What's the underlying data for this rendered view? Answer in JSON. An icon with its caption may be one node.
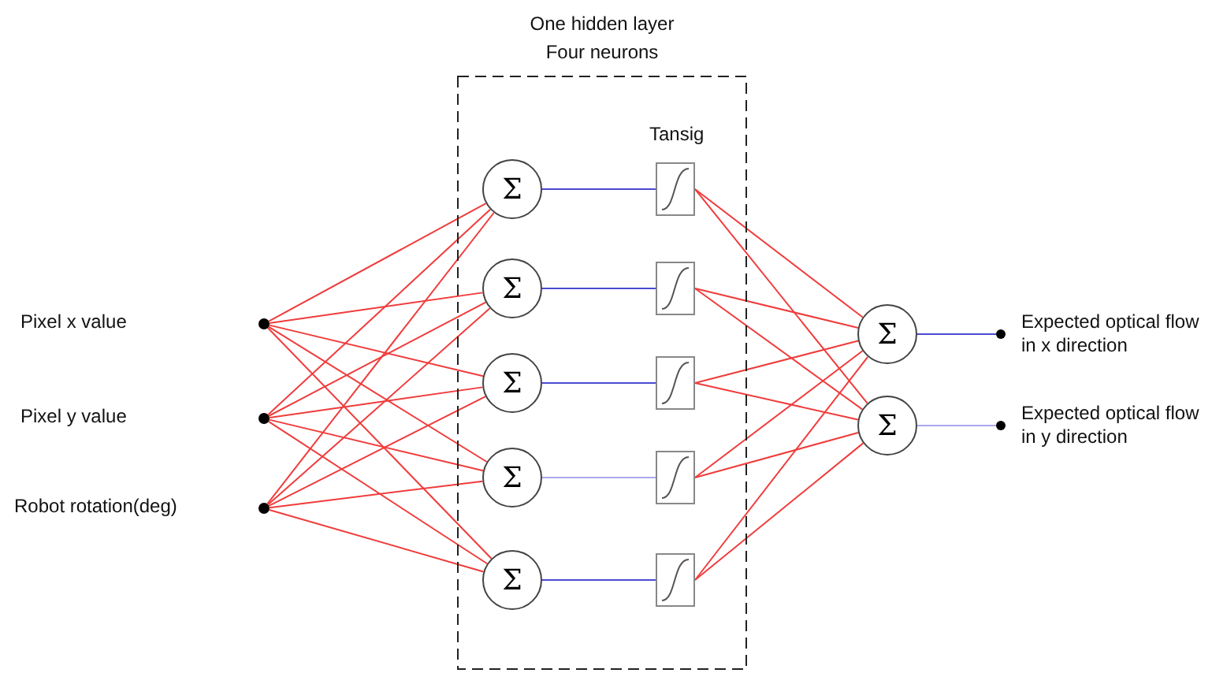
{
  "diagram": {
    "nodes": [
      {
        "text": [
          "One hidden layer Four neurons"
        ]
      },
      {
        "text": [],
        "shape": "circle"
      },
      {
        "text": [],
        "shape": "circle"
      },
      {
        "text": [],
        "shape": "circle"
      },
      {
        "text": [
          "Σ"
        ],
        "in": 0
      },
      {
        "text": [
          "Σ"
        ],
        "in": 0
      },
      {
        "text": [
          "Σ"
        ],
        "in": 0
      },
      {
        "text": [
          "Σ"
        ],
        "in": 0
      },
      {
        "text": [
          "Σ"
        ],
        "in": 0
      },
      {
        "text": [],
        "shape": "box",
        "in": 0
      },
      {
        "text": [],
        "shape": "box",
        "in": 0
      },
      {
        "text": [],
        "shape": "box",
        "in": 0
      },
      {
        "text": [],
        "shape": "box",
        "in": 0
      },
      {
        "text": [],
        "shape": "box",
        "in": 0
      },
      {
        "text": [
          "Σ"
        ]
      },
      {
        "text": [
          "Σ"
        ]
      },
      {
        "text": [
          "Expected optical flow in x direction"
        ]
      },
      {
        "text": [
          "Expected optical flow in y direction"
        ]
      }
    ],
    "edges": [
      {
        "from": 1,
        "to": 4,
        "arrow": "none"
      },
      {
        "from": 1,
        "to": 5,
        "arrow": "none"
      },
      {
        "from": 1,
        "to": 6,
        "arrow": "none"
      },
      {
        "from": 1,
        "to": 7,
        "arrow": "none"
      },
      {
        "from": 1,
        "to": 8,
        "arrow": "none"
      },
      {
        "from": 2,
        "to": 4,
        "arrow": "none"
      },
      {
        "from": 2,
        "to": 5,
        "arrow": "none"
      },
      {
        "from": 2,
        "to": 6,
        "arrow": "none"
      },
      {
        "from": 2,
        "to": 7,
        "arrow": "none"
      },
      {
        "from": 2,
        "to": 8,
        "arrow": "none"
      },
      {
        "from": 3,
        "to": 4,
        "arrow": "none"
      },
      {
        "from": 3,
        "to": 5,
        "arrow": "none"
      },
      {
        "from": 3,
        "to": 6,
        "arrow": "none"
      },
      {
        "from": 3,
        "to": 7,
        "arrow": "none"
      },
      {
        "from": 3,
        "to": 8,
        "arrow": "none"
      },
      {
        "from": 4,
        "to": 9,
        "arrow": "none",
        "color": "#4a4ad0"
      },
      {
        "from": 5,
        "to": 10,
        "arrow": "none",
        "color": "#4a4ad0"
      },
      {
        "from": 6,
        "to": 11,
        "arrow": "none",
        "color": "#4a4ad0"
      },
      {
        "from": 7,
        "to": 12,
        "arrow": "none",
        "color": "#a8a8f0"
      },
      {
        "from": 8,
        "to": 13,
        "arrow": "none",
        "color": "#4a4ad0"
      },
      {
        "from": 9,
        "to": 14,
        "arrow": "none"
      },
      {
        "from": 9,
        "to": 15,
        "arrow": "none"
      },
      {
        "from": 10,
        "to": 14,
        "arrow": "none"
      },
      {
        "from": 10,
        "to": 15,
        "arrow": "none"
      },
      {
        "from": 11,
        "to": 14,
        "arrow": "none"
      },
      {
        "from": 11,
        "to": 15,
        "arrow": "none"
      },
      {
        "from": 12,
        "to": 14,
        "arrow": "none"
      },
      {
        "from": 12,
        "to": 15,
        "arrow": "none"
      },
      {
        "from": 13,
        "to": 14,
        "arrow": "none"
      },
      {
        "from": 13,
        "to": 15,
        "arrow": "none"
      },
      {
        "from": 14,
        "to": 16,
        "arrow": "none",
        "color": "#4a4ad0"
      },
      {
        "from": 15,
        "to": 17,
        "arrow": "none",
        "color": "#a8a8f0"
      }
    ],
    "labels": [
      "Tansig",
      "Pixel x value",
      "Pixel y value",
      "Robot rotation(deg)"
    ]
  }
}
